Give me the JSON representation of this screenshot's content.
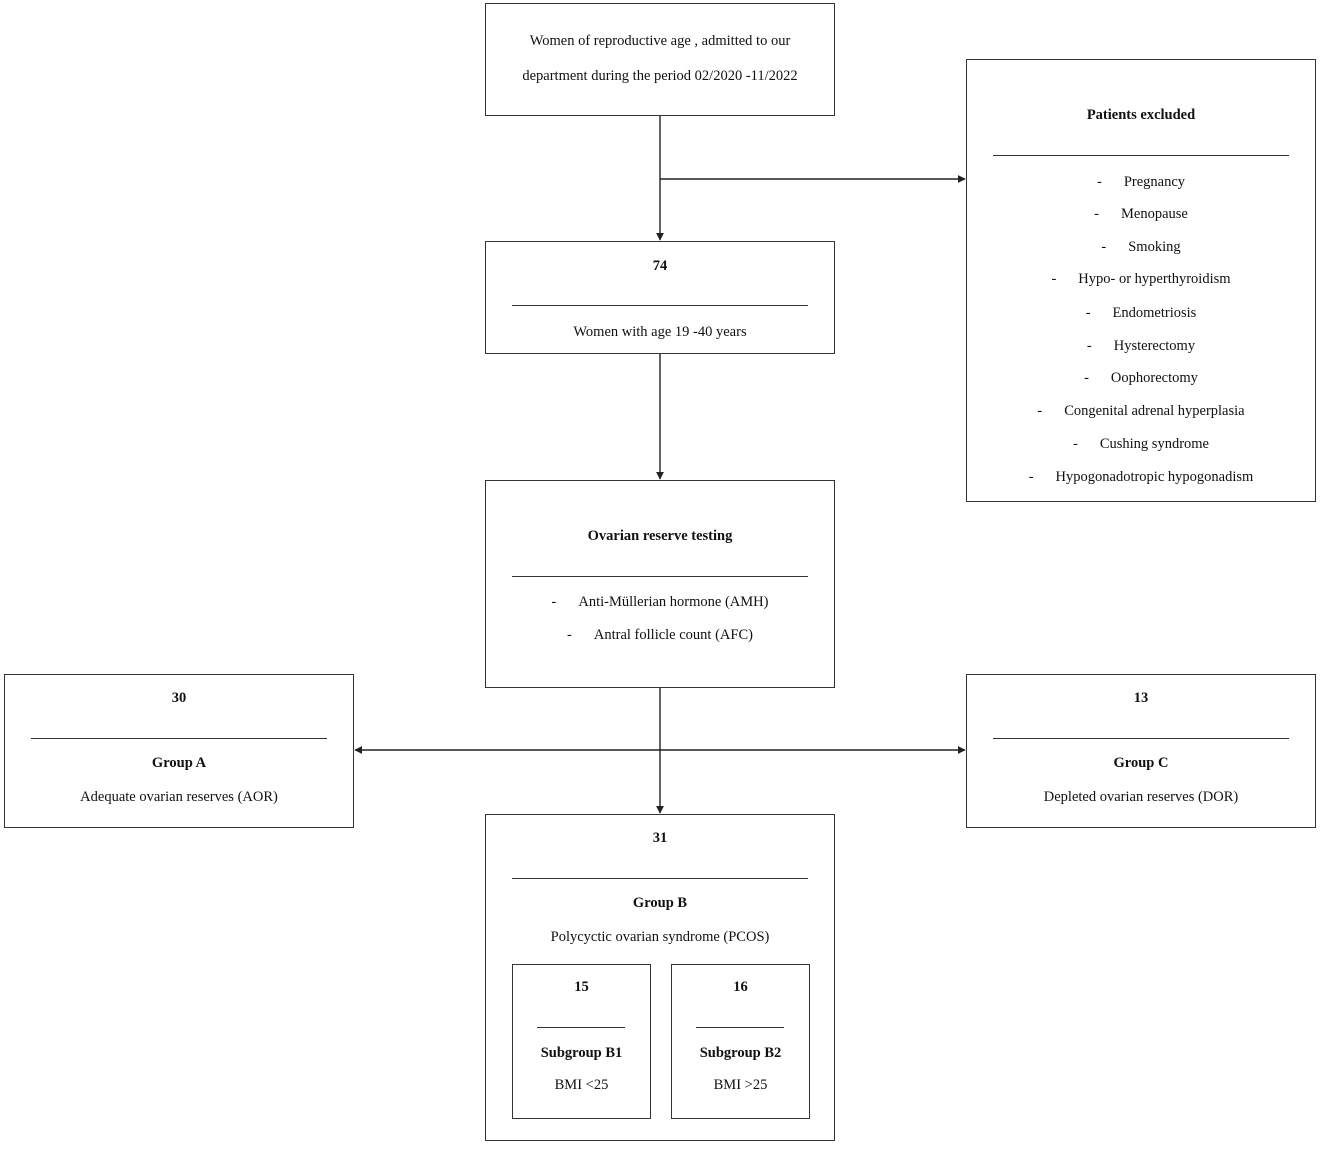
{
  "start_box": {
    "line1": "Women of reproductive age , admitted to our",
    "line2": "department during the period 02/2020 -11/2022"
  },
  "excluded_box": {
    "title": "Patients excluded",
    "items": [
      "Pregnancy",
      "Menopause",
      "Smoking",
      "Hypo- or hyperthyroidism",
      "Endometriosis",
      "Hysterectomy",
      "Oophorectomy",
      "Congenital adrenal hyperplasia",
      "Cushing syndrome",
      "Hypogonadotropic hypogonadism"
    ]
  },
  "included_box": {
    "count": "74",
    "label": "Women with age 19 -40 years"
  },
  "testing_box": {
    "title": "Ovarian reserve testing",
    "items": [
      "Anti-Müllerian hormone (AMH)",
      "Antral follicle count (AFC)"
    ]
  },
  "group_a": {
    "count": "30",
    "name": "Group A",
    "desc": "Adequate ovarian reserves (AOR)"
  },
  "group_c": {
    "count": "13",
    "name": "Group C",
    "desc": "Depleted ovarian reserves (DOR)"
  },
  "group_b": {
    "count": "31",
    "name": "Group B",
    "desc": "Polycyctic ovarian syndrome (PCOS)",
    "subgroups": [
      {
        "count": "15",
        "name": "Subgroup B1",
        "desc": "BMI <25"
      },
      {
        "count": "16",
        "name": "Subgroup B2",
        "desc": "BMI >25"
      }
    ]
  }
}
